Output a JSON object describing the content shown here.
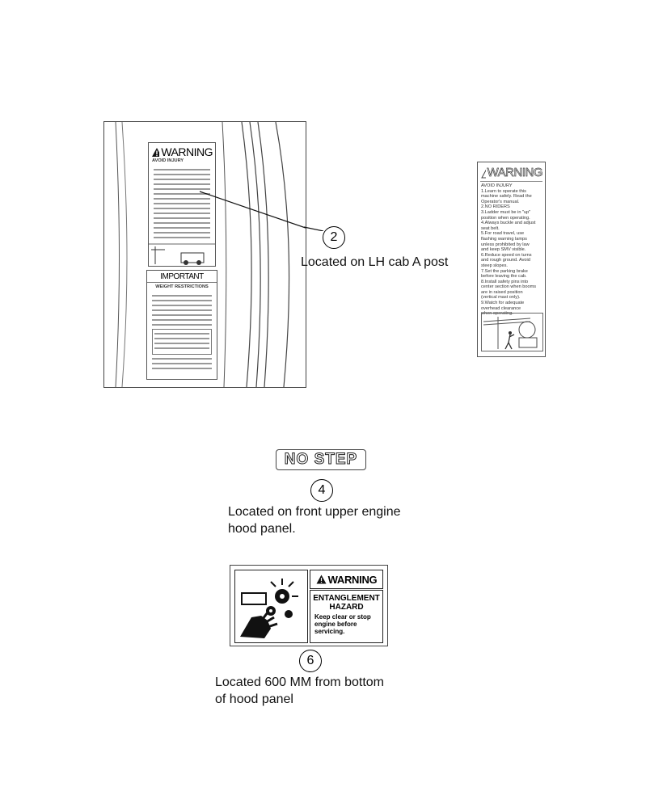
{
  "figures": {
    "post": {
      "decal_warning": {
        "title": "WARNING",
        "lines": [
          "AVOID INJURY"
        ]
      },
      "decal_important": {
        "title": "IMPORTANT",
        "subtitle": "WEIGHT RESTRICTIONS"
      }
    },
    "warning_decal": {
      "title": "WARNING",
      "items": [
        "AVOID INJURY",
        "1.Learn to operate this",
        "  machine safely. Read the",
        "  Operator's manual.",
        "2.NO RIDERS",
        "3.Ladder must be in \"up\"",
        "  position when operating.",
        "4.Always buckle and adjust",
        "  seat belt.",
        "5.For road travel, use",
        "  flashing warning lamps",
        "  unless prohibited by law",
        "  and keep SMV visible.",
        "6.Reduce speed on turns",
        "  and rough ground. Avoid",
        "  steep slopes.",
        "7.Set the parking brake",
        "  before leaving the cab.",
        "8.Install safety pins into",
        "  center section when booms",
        "  are in raised position",
        "  (vertical mast only).",
        "9.Watch for adequate",
        "  overhead clearance",
        "  when operating."
      ]
    },
    "nostep": {
      "label": "NO STEP"
    },
    "entangle": {
      "warning": "WARNING",
      "heading1": "ENTANGLEMENT",
      "heading2": "HAZARD",
      "body": [
        "Keep clear or stop",
        "engine before",
        "servicing."
      ]
    }
  },
  "callouts": [
    {
      "number": "2",
      "caption": "Located on LH cab A post"
    },
    {
      "number": "4",
      "caption_lines": [
        "Located on front upper engine",
        "hood panel."
      ]
    },
    {
      "number": "6",
      "caption_lines": [
        "Located 600 MM from bottom",
        "of hood panel"
      ]
    }
  ]
}
